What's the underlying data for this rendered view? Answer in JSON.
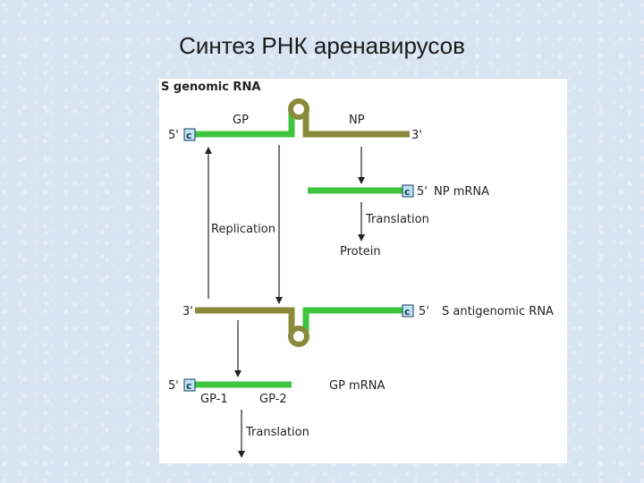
{
  "slide": {
    "title": "Синтез РНК аренавирусов"
  },
  "diagram": {
    "s_genomic_label": "S genomic RNA",
    "five_prime": "5'",
    "three_prime": "3'",
    "cap": "c",
    "gp": "GP",
    "np": "NP",
    "np_mrna": "NP mRNA",
    "translation": "Translation",
    "protein": "Protein",
    "replication": "Replication",
    "s_antigenomic": "S antigenomic RNA",
    "gp1": "GP-1",
    "gp2": "GP-2",
    "gp_mrna": "GP mRNA",
    "colors": {
      "mrna_green": "#3ec43e",
      "genome_olive": "#8a8a3a",
      "cap_fill": "#bfe3f2",
      "arrow": "#222222"
    }
  }
}
